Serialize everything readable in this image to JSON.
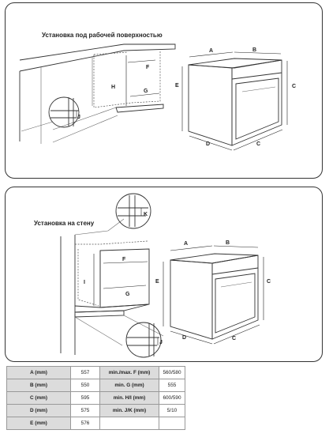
{
  "top_section": {
    "caption": "Установка под рабочей поверхностью"
  },
  "bottom_section": {
    "caption": "Установка на стену"
  },
  "dimension_letters": {
    "A": "A",
    "B": "B",
    "C": "C",
    "D": "D",
    "E": "E",
    "F": "F",
    "G": "G",
    "H": "H",
    "I": "I",
    "J": "J",
    "K": "K"
  },
  "spec_table": {
    "rows": [
      {
        "label": "A (mm)",
        "value": "557",
        "label2": "min./max. F (mm)",
        "value2": "560/580"
      },
      {
        "label": "B (mm)",
        "value": "550",
        "label2": "min. G (mm)",
        "value2": "555"
      },
      {
        "label": "C (mm)",
        "value": "595",
        "label2": "min. H/I (mm)",
        "value2": "600/590"
      },
      {
        "label": "D (mm)",
        "value": "575",
        "label2": "min. J/K (mm)",
        "value2": "5/10"
      },
      {
        "label": "E (mm)",
        "value": "576",
        "label2": "",
        "value2": ""
      }
    ]
  }
}
